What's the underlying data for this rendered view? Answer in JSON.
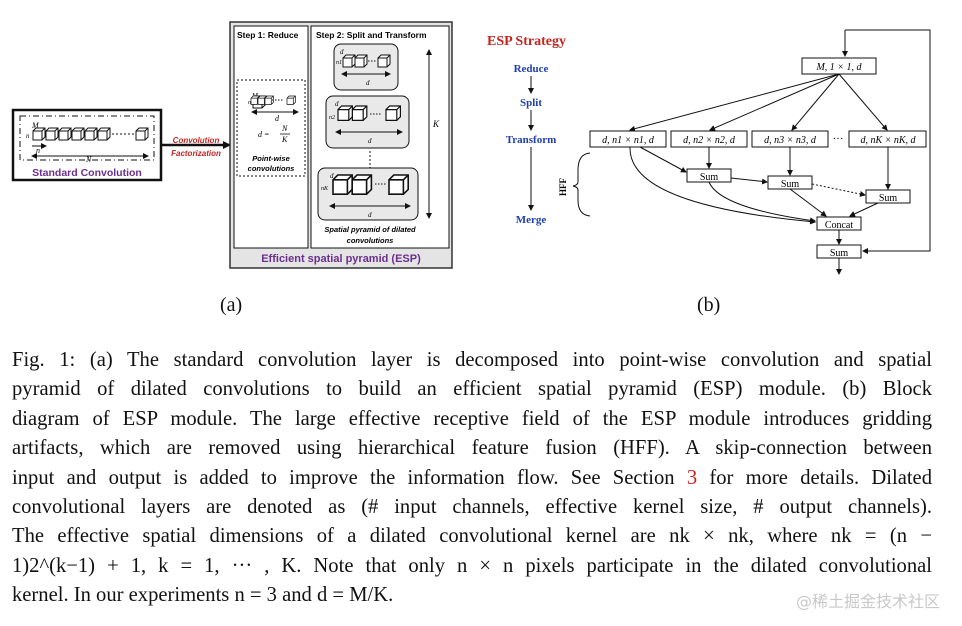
{
  "panel_a": {
    "std_title": "Standard Convolution",
    "std_M": "M",
    "std_n_small": "n",
    "std_n": "n",
    "std_N": "N",
    "arrow_label_1": "Convolution",
    "arrow_label_2": "Factorization",
    "step1": "Step 1: Reduce",
    "step2": "Step 2: Split and Transform",
    "pw_M": "M",
    "pw_n": "n",
    "pw_d": "d",
    "pw_eq_d": "d =",
    "pw_eq_N": "N",
    "pw_eq_K": "K",
    "pw_label_1": "Point-wise",
    "pw_label_2": "convolutions",
    "dil_d": "d",
    "dil_n1": "n1",
    "dil_n2": "n2",
    "dil_nK": "nK",
    "K": "K",
    "sp_label_1": "Spatial pyramid of dilated",
    "sp_label_2": "convolutions",
    "esp_title": "Efficient spatial pyramid (ESP)",
    "sub": "(a)"
  },
  "panel_b": {
    "strategy_title": "ESP Strategy",
    "steps": [
      "Reduce",
      "Split",
      "Transform",
      "Merge"
    ],
    "hff": "HFF",
    "input_node": "M, 1 × 1, d",
    "branches": [
      "d, n1 × n1, d",
      "d, n2 × n2, d",
      "d, n3 × n3, d",
      "d, nK × nK, d"
    ],
    "ellipsis": "···",
    "sum": "Sum",
    "concat": "Concat",
    "sub": "(b)"
  },
  "caption": {
    "l1": "Fig. 1: (a) The standard convolution layer is decomposed into point-wise convolution and spatial",
    "l2": "pyramid of dilated convolutions to build an efficient spatial pyramid (ESP) module. (b) Block",
    "l3": "diagram of ESP module. The large effective receptive field of the ESP module introduces gridding",
    "l4": "artifacts, which are removed using hierarchical feature fusion (HFF). A skip-connection between",
    "l5a": "input and output is added to improve the information flow. See Section ",
    "l5ref": "3",
    "l5b": " for more details. Dilated",
    "l6": "convolutional layers are denoted as (# input channels, effective kernel size, # output channels).",
    "l7": "The effective spatial dimensions of a dilated convolutional kernel are nk × nk, where nk = (n −",
    "l8": "1)2^(k−1) + 1, k = 1, ··· , K. Note that only n × n pixels participate in the dilated convolutional",
    "l9": "kernel. In our experiments n = 3 and d = M/K."
  },
  "watermark": "@稀土掘金技术社区",
  "colors": {
    "purple": "#6b2f8f",
    "red": "#c8231f",
    "blue": "#1f3fb0"
  }
}
